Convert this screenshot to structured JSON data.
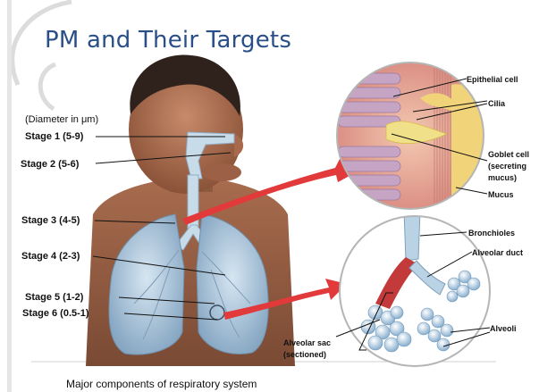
{
  "title": "PM and Their Targets",
  "diameter_note": "(Diameter in μm)",
  "stages": [
    "Stage 1 (5-9)",
    "Stage 2 (5-6)",
    "Stage 3 (4-5)",
    "Stage 4 (2-3)",
    "Stage 5 (1-2)",
    "Stage 6 (0.5-1)"
  ],
  "cell_labels": {
    "epithelial": "Epithelial cell",
    "cilia": "Cilia",
    "goblet_1": "Goblet cell",
    "goblet_2": "(secreting",
    "goblet_3": "mucus)",
    "mucus": "Mucus"
  },
  "airway_labels": {
    "bronchioles": "Bronchioles",
    "alveolar_duct": "Alveolar duct",
    "alveoli": "Alveoli",
    "alveolar_sac_1": "Alveolar sac",
    "alveolar_sac_2": "(sectioned)"
  },
  "caption": "Major components of respiratory system"
}
